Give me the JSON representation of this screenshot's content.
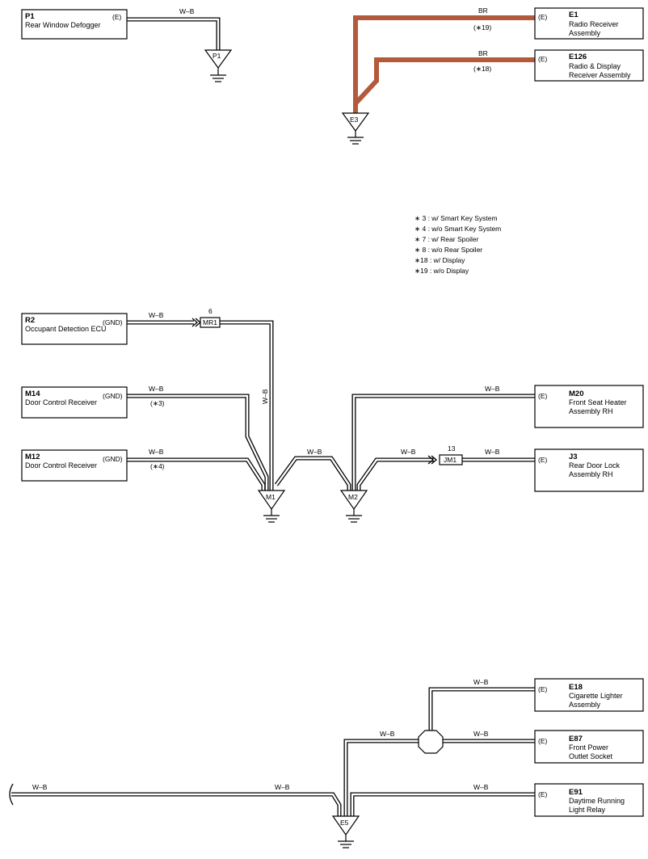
{
  "components": {
    "p1": {
      "code": "P1",
      "name": [
        "Rear Window Defogger"
      ],
      "pin": "(E)"
    },
    "e1": {
      "code": "E1",
      "name": [
        "Radio Receiver",
        "Assembly"
      ],
      "pin": "(E)"
    },
    "e126": {
      "code": "E126",
      "name": [
        "Radio & Display",
        "Receiver Assembly"
      ],
      "pin": "(E)"
    },
    "r2": {
      "code": "R2",
      "name": [
        "Occupant Detection ECU"
      ],
      "pin": "(GND)"
    },
    "m14": {
      "code": "M14",
      "name": [
        "Door Control Receiver"
      ],
      "pin": "(GND)"
    },
    "m12": {
      "code": "M12",
      "name": [
        "Door Control Receiver"
      ],
      "pin": "(GND)"
    },
    "m20": {
      "code": "M20",
      "name": [
        "Front Seat Heater",
        "Assembly RH"
      ],
      "pin": "(E)"
    },
    "j3": {
      "code": "J3",
      "name": [
        "Rear Door Lock",
        "Assembly RH"
      ],
      "pin": "(E)"
    },
    "e18": {
      "code": "E18",
      "name": [
        "Cigarette Lighter",
        "Assembly"
      ],
      "pin": "(E)"
    },
    "e87": {
      "code": "E87",
      "name": [
        "Front Power",
        "Outlet Socket"
      ],
      "pin": "(E)"
    },
    "e91": {
      "code": "E91",
      "name": [
        "Daytime Running",
        "Light Relay"
      ],
      "pin": "(E)"
    }
  },
  "grounds": {
    "p1": "P1",
    "e3": "E3",
    "m1": "M1",
    "m2": "M2",
    "e5": "E5"
  },
  "connectors": {
    "mr1": {
      "label": "MR1",
      "pin": "6"
    },
    "jm1": {
      "label": "JM1",
      "pin": "13"
    }
  },
  "wire_labels": {
    "wb": "W–B",
    "br": "BR"
  },
  "conditions": {
    "c19": "(∗19)",
    "c18": "(∗18)",
    "c3": "(∗3)",
    "c4": "(∗4)"
  },
  "legend": [
    "∗ 3 : w/ Smart Key System",
    "∗ 4 : w/o Smart Key System",
    "∗ 7 : w/ Rear Spoiler",
    "∗ 8 : w/o Rear Spoiler",
    "∗18 : w/ Display",
    "∗19 : w/o Display"
  ],
  "colors": {
    "brown_wire": "#b45a3c",
    "ink": "#000000"
  }
}
